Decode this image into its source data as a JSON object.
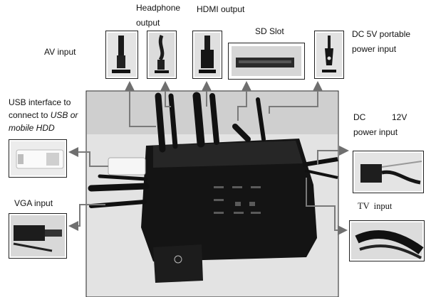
{
  "labels": {
    "av_input": "AV input",
    "headphone_line1": "Headphone",
    "headphone_line2": "output",
    "hdmi_output": "HDMI output",
    "sd_slot": "SD Slot",
    "dc5v_line1": "DC  5V  portable",
    "dc5v_line2": "power input",
    "usb_line1": "USB   interface   to",
    "usb_line2_a": "connect to ",
    "usb_line2_b": "USB",
    "usb_line2_c": " or",
    "usb_line3": "mobile HDD",
    "dc12v_line1": "DC           12V",
    "dc12v_line2": "power input",
    "vga_input": "VGA input",
    "tv_input": "TV  input"
  },
  "colors": {
    "line": "#7a7a7a",
    "device": "#141414",
    "photo_bg": "#d9d9d9"
  },
  "icons": [
    "av-cable-icon",
    "headphone-cable-icon",
    "hdmi-cable-icon",
    "sd-slot-icon",
    "dc5v-plug-icon",
    "usb-stick-icon",
    "vga-connector-icon",
    "dc12v-plug-icon",
    "tv-cable-icon"
  ]
}
